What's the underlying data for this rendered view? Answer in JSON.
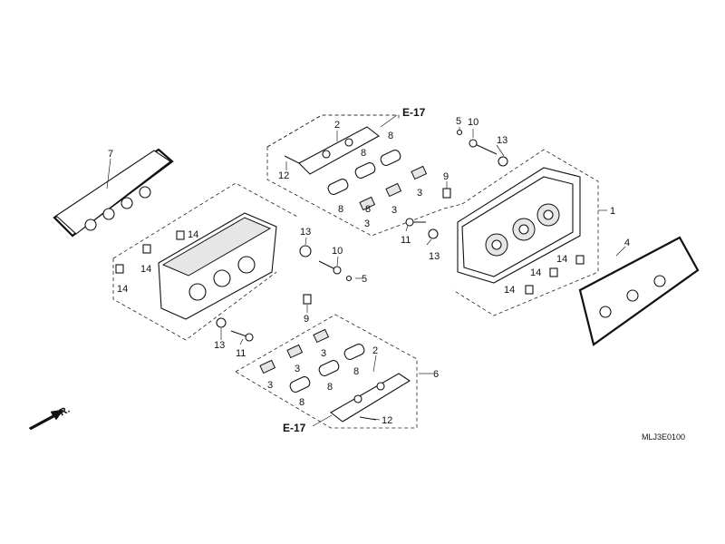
{
  "diagram": {
    "callouts": [
      "1",
      "2",
      "3",
      "4",
      "5",
      "6",
      "7",
      "8",
      "9",
      "10",
      "11",
      "12",
      "13",
      "14"
    ],
    "references": [
      "E-17"
    ],
    "direction": "FR.",
    "figure_code": "MLJ3E0100"
  }
}
